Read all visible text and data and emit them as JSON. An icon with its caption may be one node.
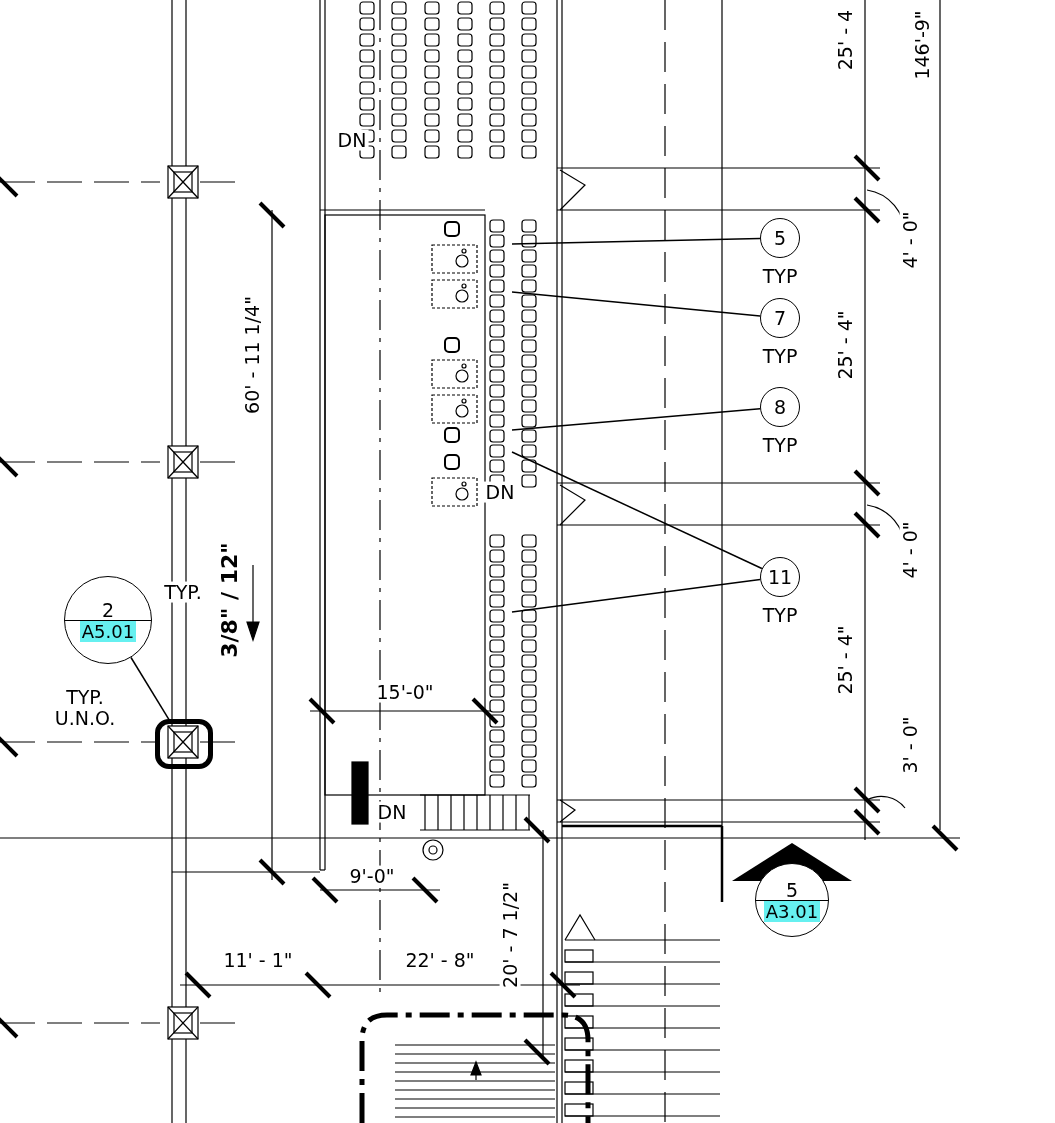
{
  "diagram": {
    "nodes": [
      {
        "text": [
          "5"
        ],
        "beside": [
          "TYP"
        ]
      },
      {
        "text": [
          "7"
        ],
        "beside": [
          "TYP"
        ]
      },
      {
        "text": [
          "8"
        ],
        "beside": [
          "TYP"
        ]
      },
      {
        "text": [
          "11"
        ],
        "beside": [
          "TYP"
        ]
      },
      {
        "text": [
          "2",
          "A5.01"
        ]
      },
      {
        "text": [],
        "shape": "box"
      },
      {
        "text": [
          "5",
          "A3.01"
        ]
      }
    ],
    "edges": [
      {
        "from": 0,
        "to": null,
        "arrow": "none"
      },
      {
        "from": 1,
        "to": null,
        "arrow": "none"
      },
      {
        "from": 2,
        "to": null,
        "arrow": "none"
      },
      {
        "from": 3,
        "to": null,
        "arrow": "none"
      },
      {
        "from": 3,
        "to": null,
        "arrow": "none"
      },
      {
        "from": 4,
        "to": 5,
        "arrow": "none"
      }
    ],
    "labels": [
      "25' - 4",
      "146'-9\"",
      "DN",
      "60' - 11 1/4\"",
      "4' - 0\"",
      "25' - 4\"",
      "DN",
      "4' - 0\"",
      "TYP.",
      "3/8\" / 12\"",
      "25' - 4\"",
      "15'-0\"",
      "TYP. U.N.O.",
      "3' - 0\"",
      "DN",
      "9'-0\"",
      "11' - 1\"",
      "22' - 8\"",
      "20' - 7 1/2\""
    ]
  }
}
